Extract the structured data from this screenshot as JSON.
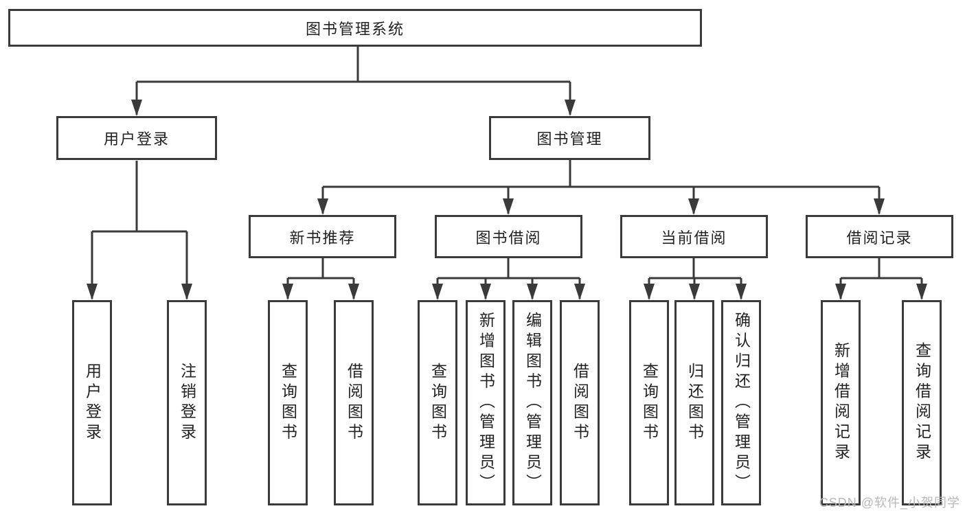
{
  "tree": {
    "label": "图书管理系统",
    "children": [
      {
        "label": "用户登录",
        "children": [
          {
            "label": "用户登录"
          },
          {
            "label": "注销登录"
          }
        ]
      },
      {
        "label": "图书管理",
        "children": [
          {
            "label": "新书推荐",
            "children": [
              {
                "label": "查询图书"
              },
              {
                "label": "借阅图书"
              }
            ]
          },
          {
            "label": "图书借阅",
            "children": [
              {
                "label": "查询图书"
              },
              {
                "label": "新增图书（管理员）"
              },
              {
                "label": "编辑图书（管理员）"
              },
              {
                "label": "借阅图书"
              }
            ]
          },
          {
            "label": "当前借阅",
            "children": [
              {
                "label": "查询图书"
              },
              {
                "label": "归还图书"
              },
              {
                "label": "确认归还（管理员）"
              }
            ]
          },
          {
            "label": "借阅记录",
            "children": [
              {
                "label": "新增借阅记录"
              },
              {
                "label": "查询借阅记录"
              }
            ]
          }
        ]
      }
    ]
  },
  "watermark": "CSDN @软件_小贺同学",
  "style": {
    "line_color": "#3a3a3a",
    "text_color": "#222222",
    "watermark_color": "#b8b8b8",
    "background": "#ffffff"
  }
}
